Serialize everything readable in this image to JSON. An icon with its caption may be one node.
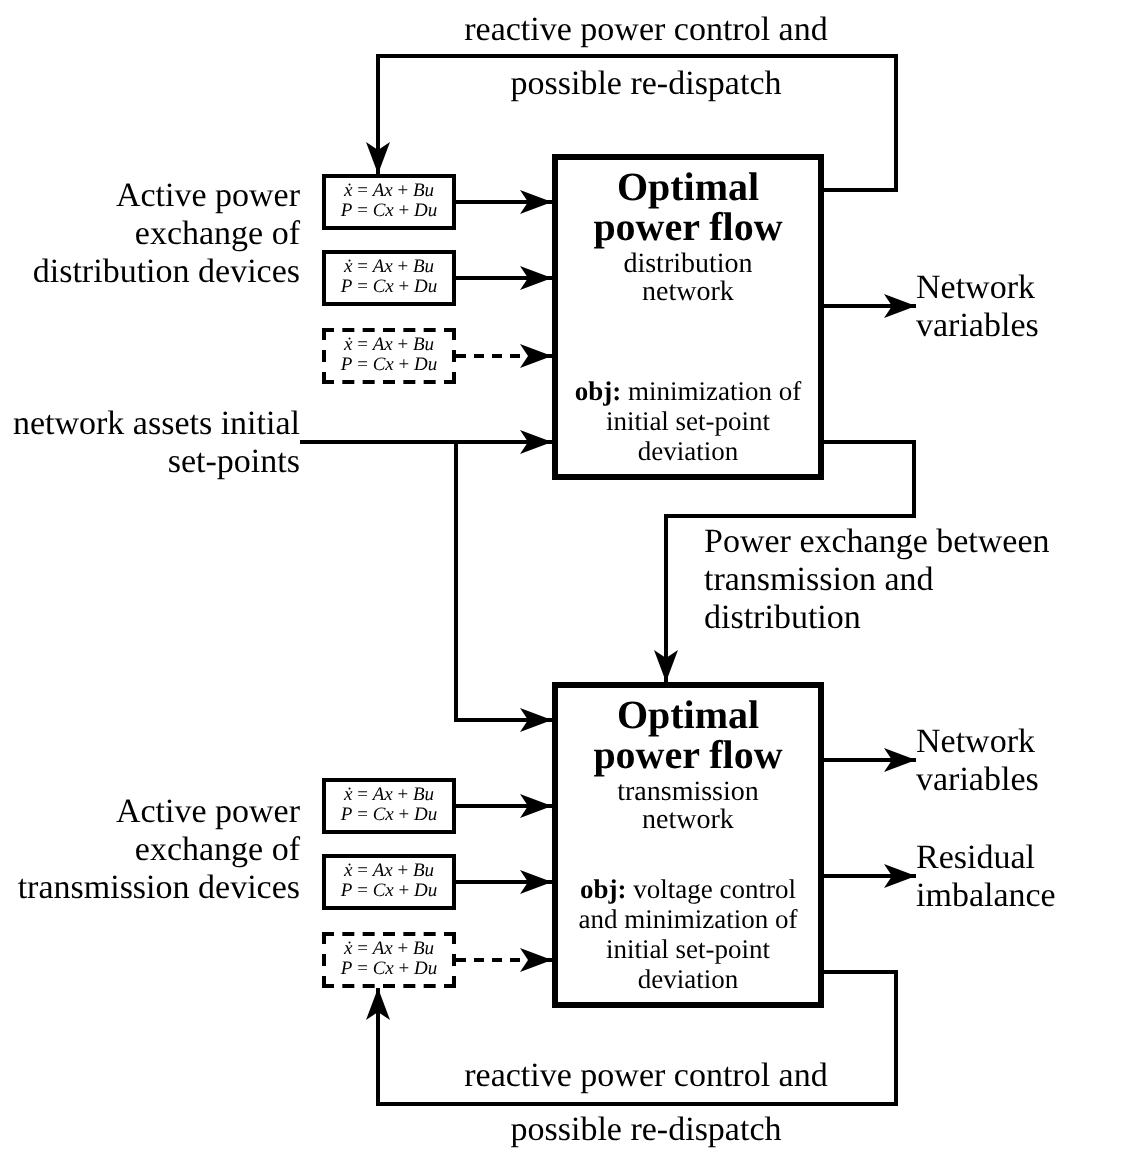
{
  "diagram": {
    "nodes": [
      {
        "text": [
          "Optimal power flow",
          "distribution network",
          "**obj:** minimization of initial set-point deviation"
        ]
      },
      {
        "text": [
          "*ẋ* = *Ax* + *Bu*",
          "*P* = *Cx* + *Du*"
        ]
      },
      {
        "text": [
          "*ẋ* = *Ax* + *Bu*",
          "*P* = *Cx* + *Du*"
        ]
      },
      {
        "text": [
          "*ẋ* = *Ax* + *Bu*",
          "*P* = *Cx* + *Du*"
        ]
      },
      {
        "text": [
          "network assets initial set-points"
        ]
      },
      {
        "text": [
          "Network variables"
        ]
      },
      {
        "text": [
          "Optimal power flow",
          "transmission network",
          "**obj:** voltage control and minimization of initial set-point deviation"
        ]
      },
      {
        "text": [
          "*ẋ* = *Ax* + *Bu*",
          "*P* = *Cx* + *Du*"
        ]
      },
      {
        "text": [
          "*ẋ* = *Ax* + *Bu*",
          "*P* = *Cx* + *Du*"
        ]
      },
      {
        "text": [
          "*ẋ* = *Ax* + *Bu*",
          "*P* = *Cx* + *Du*"
        ]
      },
      {
        "text": [
          "Network variables"
        ]
      },
      {
        "text": [
          "Residual imbalance"
        ]
      }
    ],
    "edges": [
      {
        "from": 1,
        "to": 0,
        "arrow": "to"
      },
      {
        "from": 2,
        "to": 0,
        "arrow": "to"
      },
      {
        "from": 3,
        "to": 0,
        "arrow": "to",
        "style": "dashed"
      },
      {
        "from": 4,
        "to": 0,
        "arrow": "to"
      },
      {
        "from": 4,
        "to": 6,
        "arrow": "to"
      },
      {
        "from": 0,
        "to": 5,
        "arrow": "to"
      },
      {
        "from": 0,
        "to": 6,
        "arrow": "to",
        "label": "Power exchange between transmission and distribution"
      },
      {
        "from": 0,
        "to": 1,
        "arrow": "to",
        "label": "reactive power control and possible re-dispatch"
      },
      {
        "from": 7,
        "to": 6,
        "arrow": "to"
      },
      {
        "from": 8,
        "to": 6,
        "arrow": "to"
      },
      {
        "from": 9,
        "to": 6,
        "arrow": "to",
        "style": "dashed"
      },
      {
        "from": 6,
        "to": 10,
        "arrow": "to"
      },
      {
        "from": 6,
        "to": 11,
        "arrow": "to"
      },
      {
        "from": 6,
        "to": 9,
        "arrow": "to",
        "label": "reactive power control and possible re-dispatch"
      }
    ],
    "labels": [
      "Active power exchange of distribution devices",
      "Active power exchange of transmission devices"
    ]
  }
}
